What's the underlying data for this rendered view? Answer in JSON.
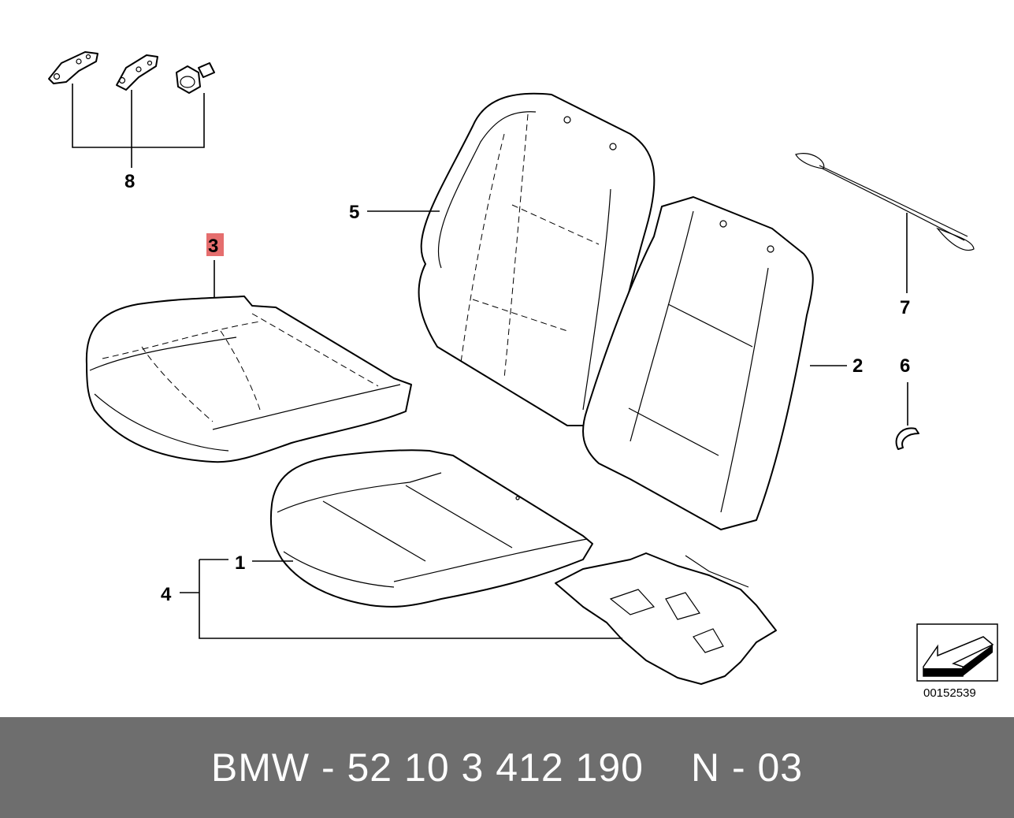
{
  "callouts": {
    "c1": "1",
    "c2": "2",
    "c3": "3",
    "c4": "4",
    "c5": "5",
    "c6": "6",
    "c7": "7",
    "c8": "8"
  },
  "highlight_color": "#e05555",
  "reference_code": "00152539",
  "footer": {
    "part_number": "BMW - 52 10 3 412 190",
    "diagram_code": "N - 03"
  }
}
